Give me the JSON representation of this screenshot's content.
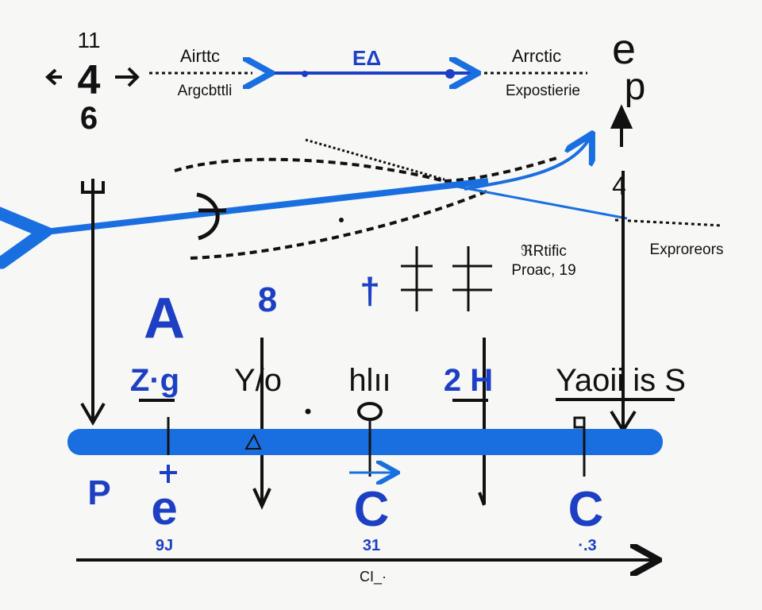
{
  "colors": {
    "background": "#f7f7f5",
    "ink": "#111111",
    "accent_blue": "#1a6fe0",
    "letter_blue": "#1c3fc4"
  },
  "top_left": {
    "glyph_top": "11",
    "glyph_main": "4",
    "glyph_bottom": "6"
  },
  "top_labels": {
    "left_upper": "Airttc",
    "left_lower": "Argcbttli",
    "center": "EΔ",
    "right_upper": "Arrctic",
    "right_lower": "Expostierie"
  },
  "top_right": {
    "glyph_upper": "e",
    "glyph_lower": "p"
  },
  "mid_labels": {
    "number_right": "4",
    "project_upper": "ℜRtific",
    "project_lower": "Proac, 19",
    "explorers": "Exproreors",
    "big_a": "A",
    "eight": "8",
    "dagger": "†"
  },
  "row_labels": [
    "Z·g",
    "Y/o",
    "hlıı",
    "2 H",
    "Yaoii is S"
  ],
  "bottom_letters": [
    "P",
    "e",
    "C",
    "C"
  ],
  "bottom_values": [
    "9J",
    "31",
    "·.3"
  ],
  "axis_label": "CI_·"
}
